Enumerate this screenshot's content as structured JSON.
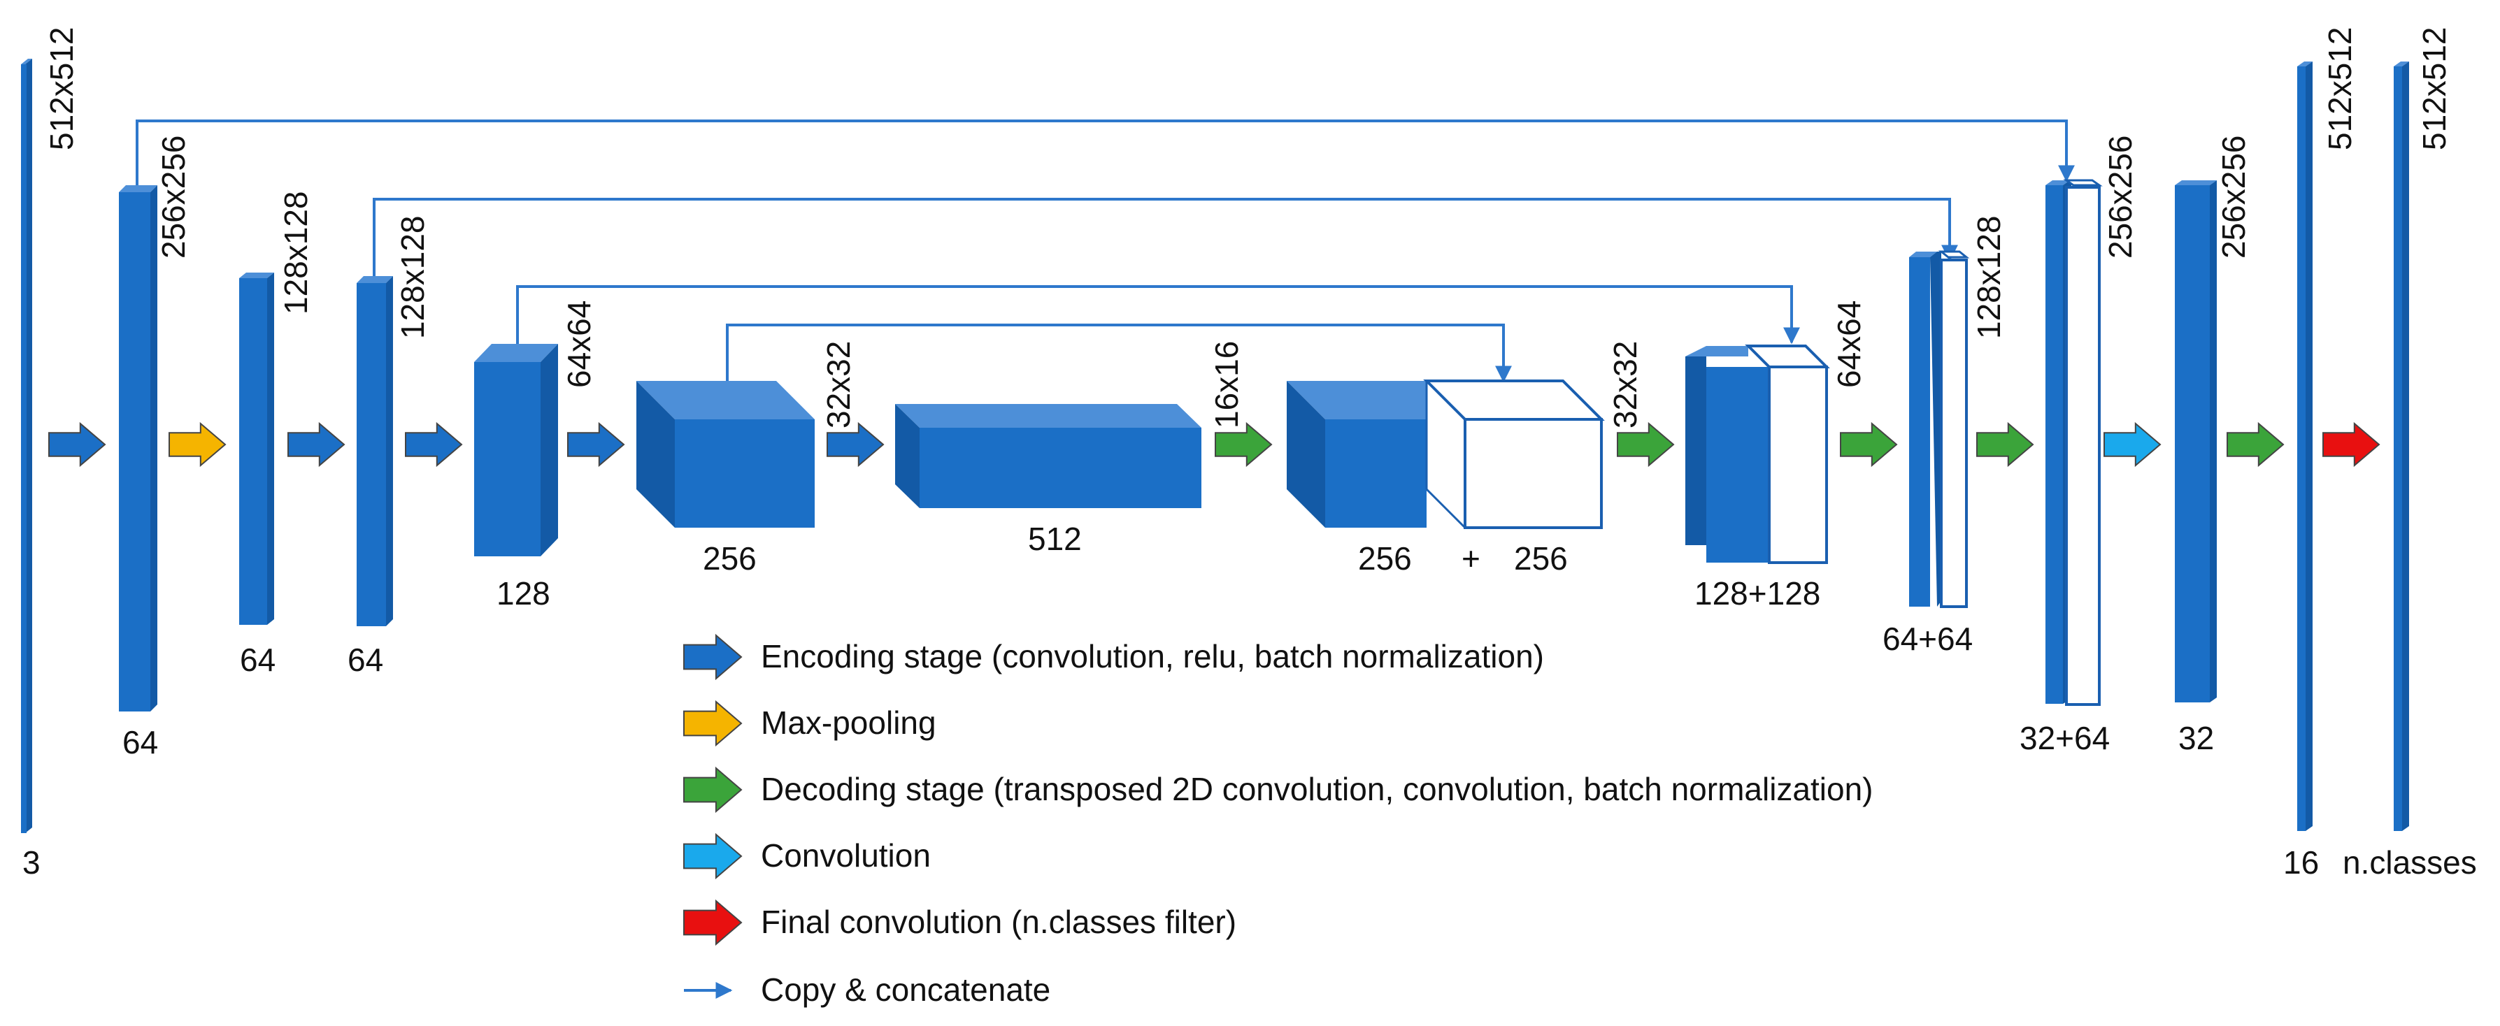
{
  "colors": {
    "block_front": "#1b6fc6",
    "block_top": "#4d8fd8",
    "block_side": "#135aa6",
    "outline": "#1a5fb0",
    "skip_line": "#2e78cc",
    "encoding": "#1b6fc6",
    "maxpool": "#f5b400",
    "decoding": "#3ba43a",
    "convolution": "#1aa9ec",
    "final": "#e81010"
  },
  "sizes": {
    "s512": "512x512",
    "s256": "256x256",
    "s128": "128x128",
    "s64": "64x64",
    "s32": "32x32",
    "s16": "16x16"
  },
  "channels": {
    "c_in": "3",
    "c64a": "64",
    "c64b": "64",
    "c64c": "64",
    "c128": "128",
    "c256": "256",
    "c512": "512",
    "cat256_a": "256",
    "cat256_plus": "+",
    "cat256_b": "256",
    "cat128": "128+128",
    "cat64": "64+64",
    "cat32": "32+64",
    "c32": "32",
    "c16": "16",
    "c_out": "n.classes"
  },
  "legend": {
    "encoding": "Encoding stage (convolution, relu, batch normalization)",
    "maxpool": "Max-pooling",
    "decoding": "Decoding stage (transposed 2D convolution, convolution, batch normalization)",
    "convolution": "Convolution",
    "final": "Final convolution (n.classes filter)",
    "copy": "Copy & concatenate"
  }
}
